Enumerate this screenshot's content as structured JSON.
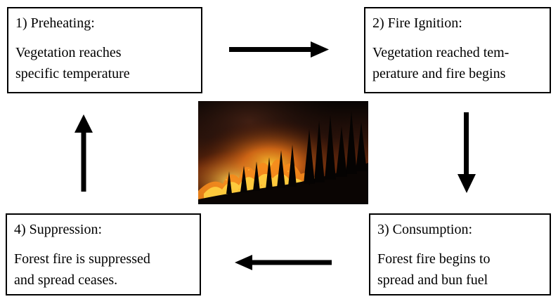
{
  "stages": [
    {
      "title": "1) Preheating:",
      "lines": [
        "Vegetation reaches",
        "specific temperature"
      ]
    },
    {
      "title": "2) Fire Ignition:",
      "lines": [
        "Vegetation reached tem-",
        "perature and fire begins"
      ]
    },
    {
      "title": "3) Consumption:",
      "lines": [
        "Forest fire begins to",
        "spread and bun fuel"
      ]
    },
    {
      "title": "4) Suppression:",
      "lines": [
        "Forest fire is suppressed",
        "and spread ceases."
      ]
    }
  ],
  "arrows": [
    {
      "from": "1) Preheating",
      "to": "2) Fire Ignition",
      "direction": "right"
    },
    {
      "from": "2) Fire Ignition",
      "to": "3) Consumption",
      "direction": "down"
    },
    {
      "from": "3) Consumption",
      "to": "4) Suppression",
      "direction": "left"
    },
    {
      "from": "4) Suppression",
      "to": "1) Preheating",
      "direction": "up"
    }
  ],
  "center_image": {
    "icon": "forest-fire-photo",
    "colors": {
      "sky": "#0a0504",
      "smoke": "#3a1a10",
      "flame_core": "#ffd23a",
      "flame_outer": "#e85a10",
      "ember": "#ff9a20",
      "tree": "#050302"
    }
  }
}
